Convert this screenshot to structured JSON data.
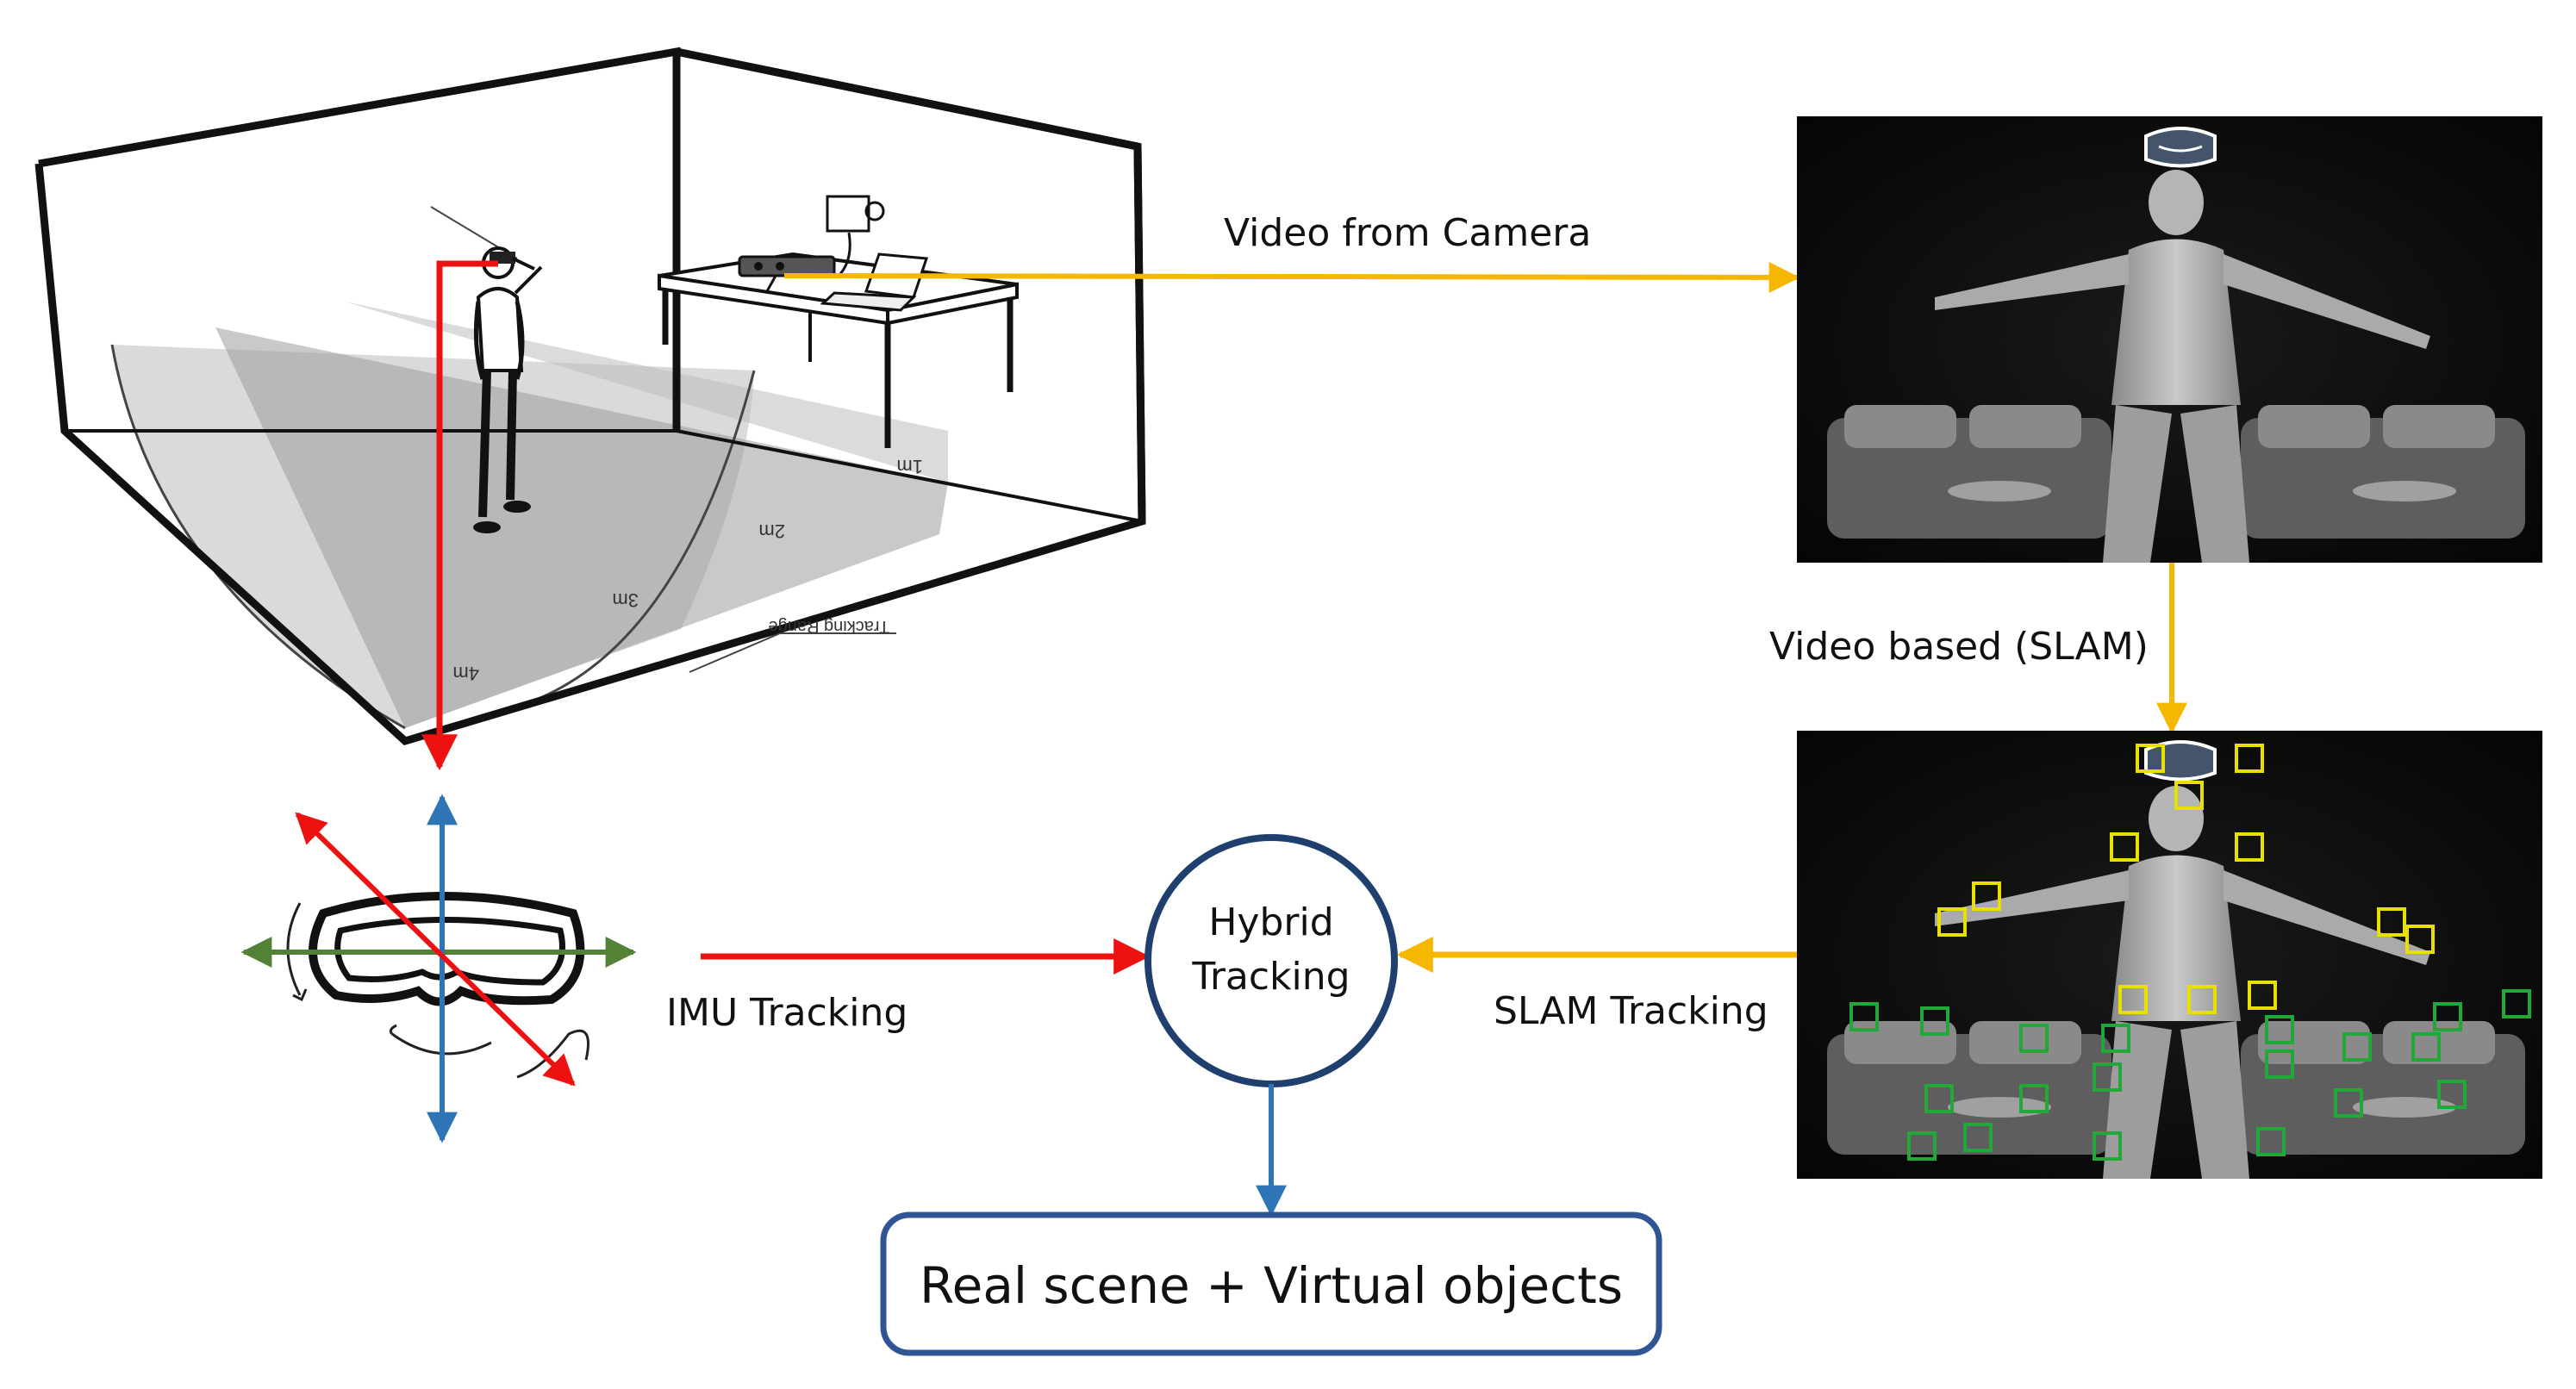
{
  "labels": {
    "video_from_camera": "Video from Camera",
    "video_based_slam": "Video based (SLAM)",
    "imu_tracking": "IMU Tracking",
    "slam_tracking": "SLAM Tracking",
    "hybrid_line1": "Hybrid",
    "hybrid_line2": "Tracking",
    "output": "Real scene + Virtual objects",
    "tracking_range": "Tracking Range",
    "distance_marks": [
      "1m",
      "2m",
      "3m",
      "4m"
    ]
  },
  "colors": {
    "red_arrow": "#ee1111",
    "orange_arrow": "#f5b700",
    "blue_arrow": "#2e75b6",
    "green_axis": "#538135",
    "hybrid_circle": "#1f3f6f",
    "output_box": "#2f5597",
    "yellow_marker": "#e8e000",
    "green_marker": "#22a838"
  },
  "icons": {
    "headset": "vr-headset-icon",
    "camera": "depth-camera-icon",
    "laptop": "laptop-icon"
  }
}
